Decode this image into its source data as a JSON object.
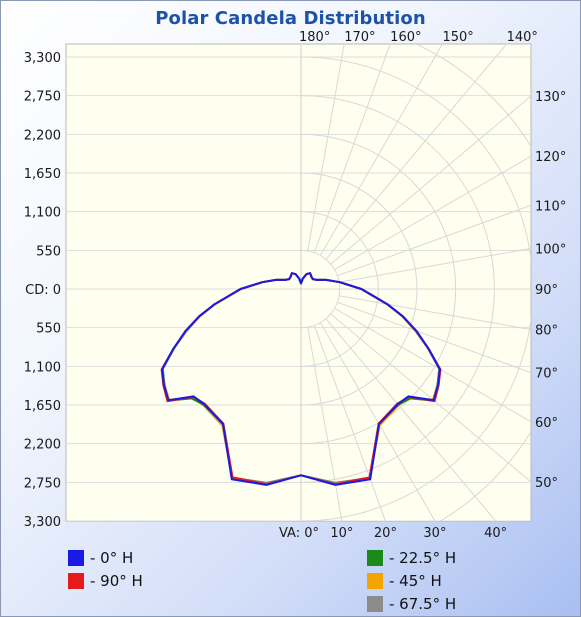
{
  "chart_data": {
    "type": "polar",
    "title": "Polar Candela Distribution",
    "radial_max": 3300,
    "left_axis_ticks_top": [
      "3,300",
      "2,750",
      "2,200",
      "1,650",
      "1,100",
      "550"
    ],
    "left_axis_center": "CD: 0",
    "left_axis_ticks_bottom": [
      "550",
      "1,100",
      "1,650",
      "2,200",
      "2,750",
      "3,300"
    ],
    "top_angle_ticks": [
      {
        "label": "180°",
        "angle": 180
      },
      {
        "label": "170°",
        "angle": 170
      },
      {
        "label": "160°",
        "angle": 160
      },
      {
        "label": "150°",
        "angle": 150
      },
      {
        "label": "140°",
        "angle": 140
      }
    ],
    "right_angle_ticks": [
      {
        "label": "130°",
        "angle": 130
      },
      {
        "label": "120°",
        "angle": 120
      },
      {
        "label": "110°",
        "angle": 110
      },
      {
        "label": "100°",
        "angle": 100
      },
      {
        "label": "90°",
        "angle": 90
      },
      {
        "label": "80°",
        "angle": 80
      },
      {
        "label": "70°",
        "angle": 70
      },
      {
        "label": "60°",
        "angle": 60
      },
      {
        "label": "50°",
        "angle": 50
      }
    ],
    "bottom_angle_ticks": [
      {
        "label": "VA: 0°",
        "angle": 0
      },
      {
        "label": "10°",
        "angle": 10
      },
      {
        "label": "20°",
        "angle": 20
      },
      {
        "label": "30°",
        "angle": 30
      },
      {
        "label": "40°",
        "angle": 40
      }
    ],
    "angles": [
      0,
      10,
      20,
      30,
      40,
      45,
      50,
      55,
      60,
      65,
      70,
      75,
      80,
      90,
      100,
      110,
      120,
      130,
      140,
      150,
      160,
      170,
      180
    ],
    "series": [
      {
        "name": "- 0° H",
        "color": "#1a1ae6",
        "values": [
          2650,
          2830,
          2880,
          2220,
          2140,
          2160,
          2460,
          2380,
          2280,
          2000,
          1750,
          1500,
          1250,
          860,
          560,
          380,
          260,
          220,
          230,
          260,
          225,
          150,
          80
        ]
      },
      {
        "name": "- 90° H",
        "color": "#e61a1a",
        "values": [
          2650,
          2820,
          2850,
          2210,
          2130,
          2170,
          2480,
          2390,
          2290,
          2000,
          1740,
          1490,
          1250,
          860,
          560,
          380,
          260,
          220,
          230,
          260,
          225,
          150,
          80
        ]
      },
      {
        "name": "- 22.5° H",
        "color": "#1a8a1a",
        "values": [
          2650,
          2800,
          2860,
          2210,
          2150,
          2200,
          2470,
          2370,
          2270,
          1990,
          1730,
          1490,
          1245,
          855,
          558,
          378,
          259,
          219,
          229,
          259,
          224,
          150,
          80
        ]
      },
      {
        "name": "- 45° H",
        "color": "#f5a300",
        "values": [
          2650,
          2810,
          2860,
          2240,
          2160,
          2180,
          2450,
          2370,
          2280,
          1995,
          1740,
          1495,
          1248,
          858,
          560,
          380,
          260,
          220,
          230,
          260,
          225,
          150,
          80
        ]
      },
      {
        "name": "- 67.5° H",
        "color": "#8c8c8c",
        "values": [
          2650,
          2805,
          2855,
          2215,
          2135,
          2165,
          2465,
          2375,
          2275,
          1995,
          1735,
          1492,
          1247,
          857,
          559,
          379,
          259,
          219,
          229,
          259,
          224,
          150,
          80
        ]
      }
    ]
  }
}
